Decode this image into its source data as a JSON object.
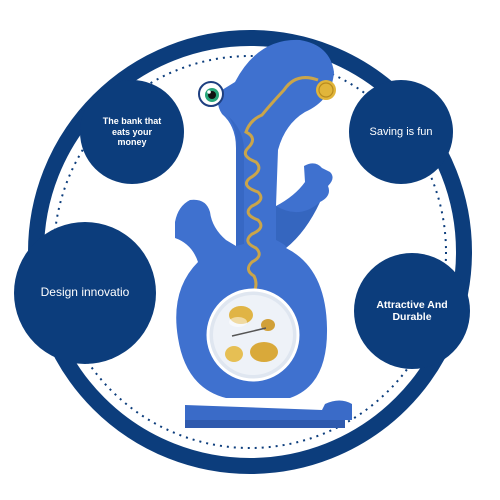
{
  "bubbles": {
    "top_left": "The bank that eats your money",
    "mid_left": "Design innovatio",
    "top_right": "Saving is fun",
    "mid_right": "Attractive And Durable"
  },
  "colors": {
    "ring": "#0c3d7c",
    "bubble": "#0c3d7c",
    "dino_body": "#3f71cf",
    "dino_shadow": "#2e5cb3",
    "coin": "#e1b53a",
    "track": "#caa54a"
  },
  "icons": {
    "eye": "cartoon-eye-icon",
    "coin": "gold-coin-icon"
  }
}
